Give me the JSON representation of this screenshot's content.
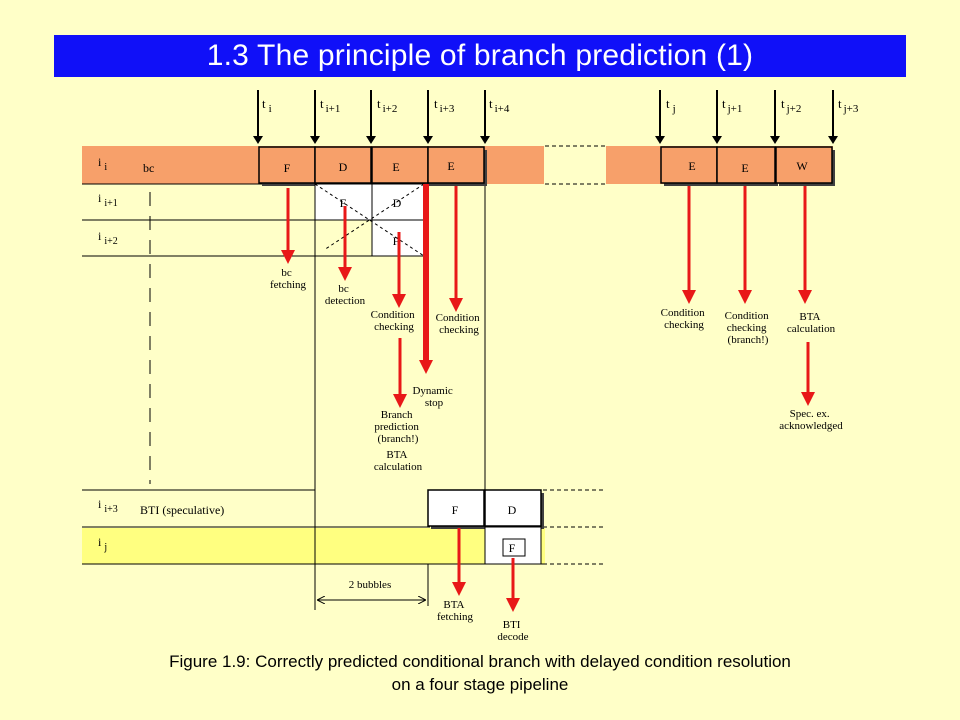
{
  "title": "1.3 The principle of branch prediction (1)",
  "caption": {
    "line1": "Figure 1.9: Correctly predicted conditional branch with delayed condition resolution",
    "line2": "on a four stage pipeline"
  },
  "clock_labels": {
    "ti": {
      "base": "t",
      "sub": "i"
    },
    "ti1": {
      "base": "t",
      "sub": "i+1"
    },
    "ti2": {
      "base": "t",
      "sub": "i+2"
    },
    "ti3": {
      "base": "t",
      "sub": "i+3"
    },
    "ti4": {
      "base": "t",
      "sub": "i+4"
    },
    "tj": {
      "base": "t",
      "sub": "j"
    },
    "tj1": {
      "base": "t",
      "sub": "j+1"
    },
    "tj2": {
      "base": "t",
      "sub": "j+2"
    },
    "tj3": {
      "base": "t",
      "sub": "j+3"
    }
  },
  "instructions": {
    "ii": {
      "base": "i",
      "sub": "i",
      "note": "bc"
    },
    "ii1": {
      "base": "i",
      "sub": "i+1"
    },
    "ii2": {
      "base": "i",
      "sub": "i+2"
    },
    "ii3": {
      "base": "i",
      "sub": "i+3",
      "note": "BTI (speculative)"
    },
    "ij": {
      "base": "i",
      "sub": "j"
    }
  },
  "stages": {
    "ii_f": "F",
    "ii_d": "D",
    "ii_e1": "E",
    "ii_e2": "E",
    "ii_ej": "E",
    "ii_ej1": "E",
    "ii_w": "W",
    "ii1_f": "F",
    "ii1_d": "D",
    "ii2_f": "F",
    "ii3_f": "F",
    "ii3_d": "D",
    "ij_f": "F"
  },
  "annotations": {
    "bc_fetching": [
      "bc",
      "fetching"
    ],
    "bc_detection": [
      "bc",
      "detection"
    ],
    "cond_check_1": [
      "Condition",
      "checking"
    ],
    "cond_check_2": [
      "Condition",
      "checking"
    ],
    "dynamic_stop": [
      "Dynamic",
      "stop"
    ],
    "branch_prediction": [
      "Branch",
      "prediction",
      "(branch!)"
    ],
    "bta_calc_1": [
      "BTA",
      "calculation"
    ],
    "cond_check_3": [
      "Condition",
      "checking"
    ],
    "cond_check_4": [
      "Condition",
      "checking",
      "(branch!)"
    ],
    "bta_calc_2": [
      "BTA",
      "calculation"
    ],
    "spec_ex": [
      "Spec. ex.",
      "acknowledged"
    ],
    "bubbles": "2 bubbles",
    "bta_fetching": [
      "BTA",
      "fetching"
    ],
    "bti_decode": [
      "BTI",
      "decode"
    ]
  },
  "colors": {
    "title_bg": "#1010F8",
    "background": "#FFFFC8",
    "orange_band": "#F7A06A",
    "yellow_band": "#FFFF80",
    "arrow_red": "#E81818"
  }
}
